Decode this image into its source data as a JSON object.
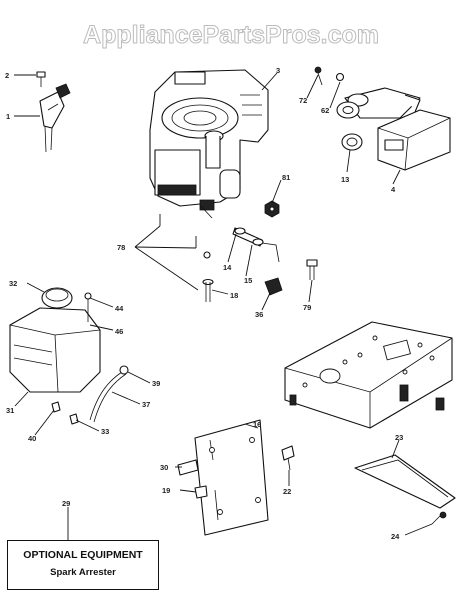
{
  "watermark": "AppliancePartsPros.com",
  "callouts": [
    "2",
    "1",
    "3",
    "72",
    "62",
    "81",
    "13",
    "4",
    "78",
    "14",
    "15",
    "18",
    "36",
    "79",
    "32",
    "44",
    "46",
    "39",
    "31",
    "37",
    "40",
    "33",
    "16",
    "23",
    "30",
    "19",
    "22",
    "29",
    "24"
  ],
  "optional_box": {
    "title": "OPTIONAL EQUIPMENT",
    "subtitle": "Spark Arrester"
  }
}
